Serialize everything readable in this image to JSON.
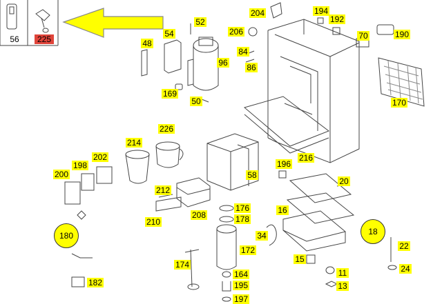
{
  "labels": {
    "l56": "56",
    "l225": "225",
    "l204": "204",
    "l194": "194",
    "l192": "192",
    "l52": "52",
    "l206": "206",
    "l70": "70",
    "l190": "190",
    "l54": "54",
    "l48": "48",
    "l84": "84",
    "l86": "86",
    "l96": "96",
    "l169": "169",
    "l50": "50",
    "l170": "170",
    "l214": "214",
    "l226": "226",
    "l202": "202",
    "l198": "198",
    "l200": "200",
    "l216": "216",
    "l196": "196",
    "l58": "58",
    "l20": "20",
    "l212": "212",
    "l176": "176",
    "l178": "178",
    "l16": "16",
    "l210": "210",
    "l208": "208",
    "l34": "34",
    "l18": "18",
    "l180": "180",
    "l172": "172",
    "l22": "22",
    "l15": "15",
    "l174": "174",
    "l164": "164",
    "l11": "11",
    "l24": "24",
    "l182": "182",
    "l195": "195",
    "l13": "13",
    "l197": "197"
  },
  "highlight_color": "#e0443a",
  "label_color": "#ffff00",
  "arrow_color": "#ffff00"
}
